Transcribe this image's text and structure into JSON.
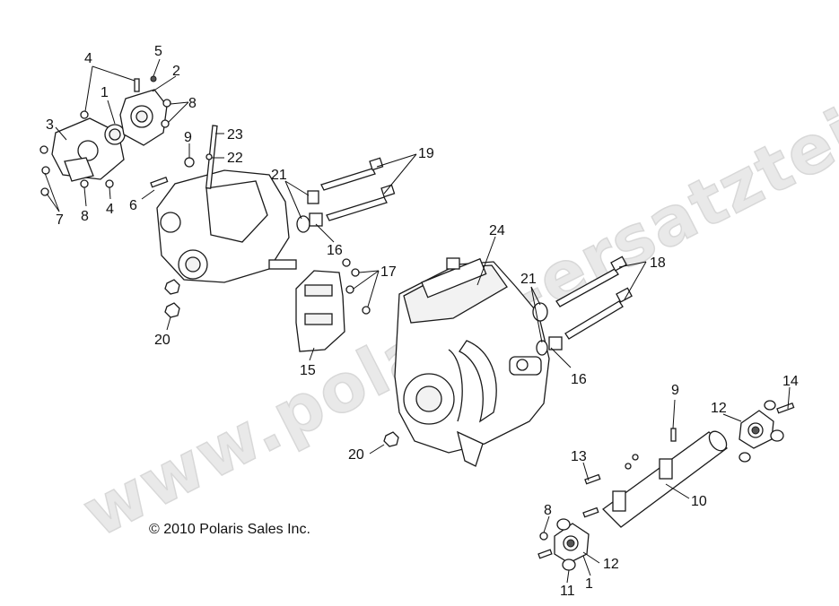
{
  "watermark": "www.polaris-ersatzteile.de",
  "copyright": "© 2010 Polaris Sales Inc.",
  "callouts": {
    "c4a": "4",
    "c5": "5",
    "c2": "2",
    "c1a": "1",
    "c8a": "8",
    "c3": "3",
    "c9a": "9",
    "c23": "23",
    "c22": "22",
    "c7": "7",
    "c8b": "8",
    "c4b": "4",
    "c6": "6",
    "c21a": "21",
    "c19": "19",
    "c16a": "16",
    "c17": "17",
    "c24": "24",
    "c20a": "20",
    "c15": "15",
    "c21b": "21",
    "c18": "18",
    "c16b": "16",
    "c20b": "20",
    "c9b": "9",
    "c14": "14",
    "c12a": "12",
    "c13": "13",
    "c10": "10",
    "c8c": "8",
    "c12b": "12",
    "c11": "11",
    "c1b": "1"
  }
}
